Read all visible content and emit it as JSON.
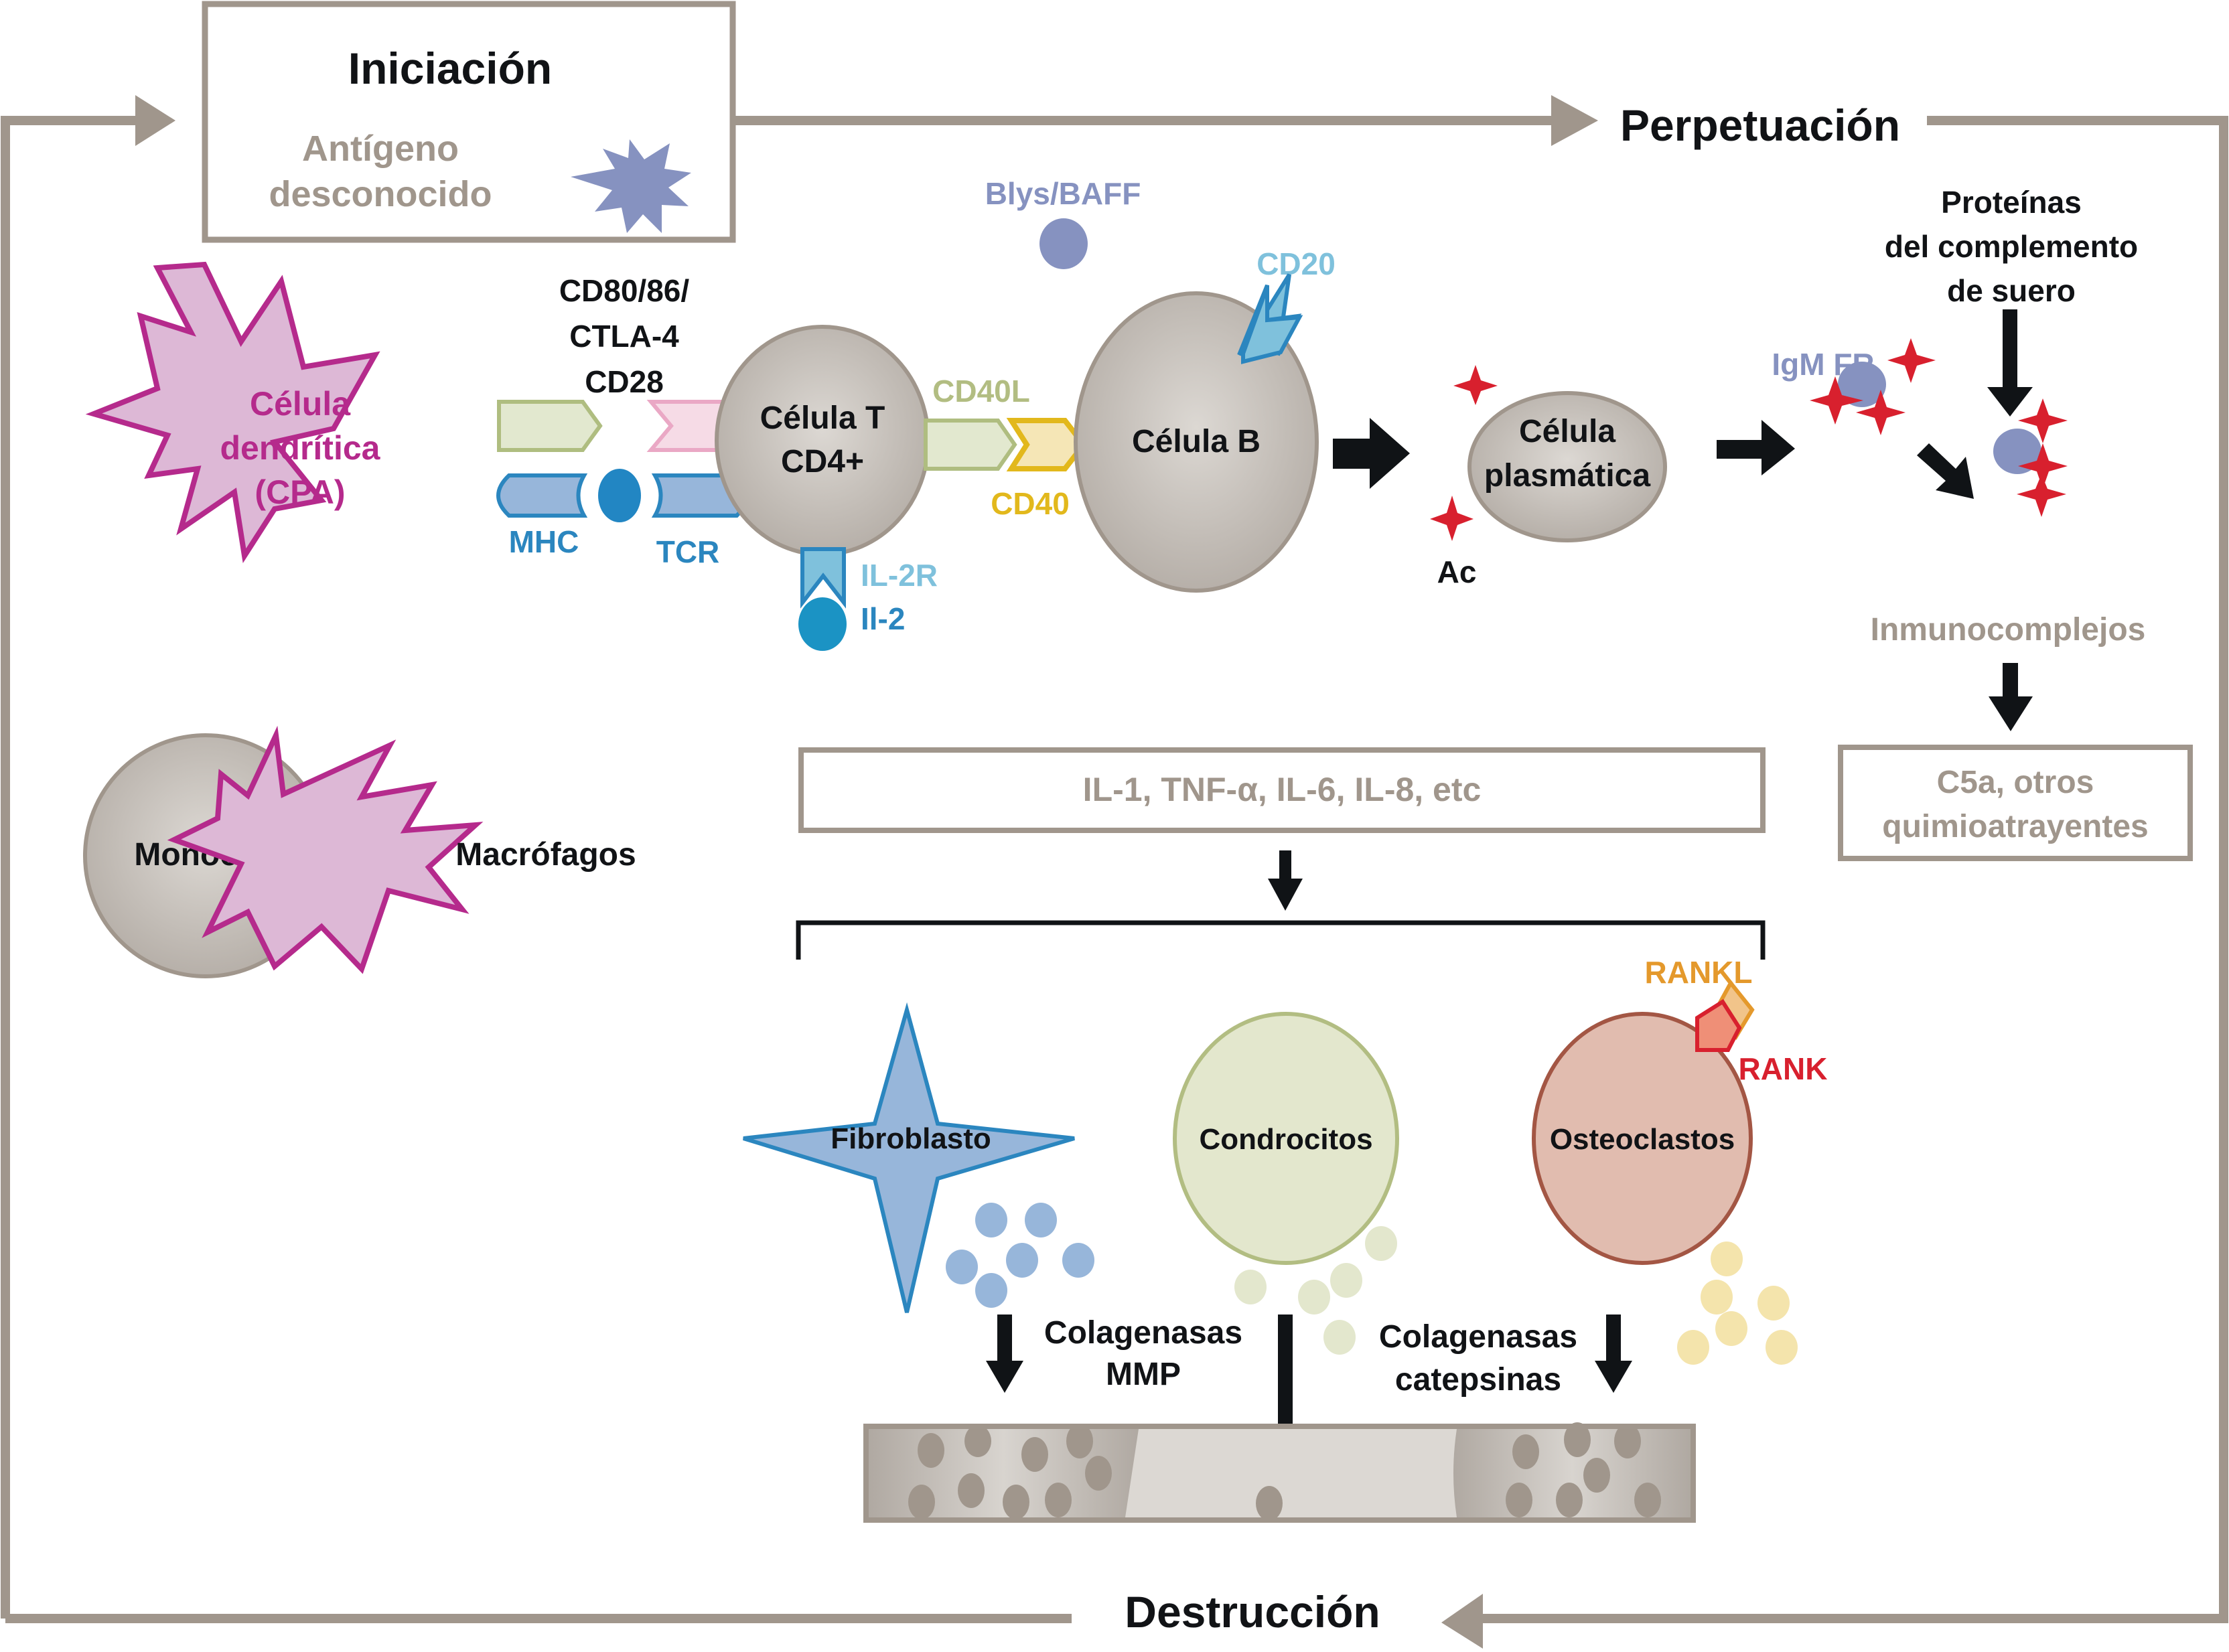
{
  "phases": {
    "initiation": "Iniciación",
    "perpetuation": "Perpetuación",
    "destruction": "Destrucción"
  },
  "initiation_box": {
    "antigen_line1": "Antígeno",
    "antigen_line2": "desconocido"
  },
  "cells": {
    "dendritic": [
      "Célula",
      "dendrítica",
      "(CPA)"
    ],
    "t_cell": [
      "Célula T",
      "CD4+"
    ],
    "b_cell": "Célula B",
    "plasma_cell": [
      "Célula",
      "plasmática"
    ],
    "monocyte": "Monocito",
    "macrophages": "Macrófagos",
    "fibroblast": "Fibroblasto",
    "chondrocytes": "Condrocitos",
    "osteoclasts": "Osteoclastos"
  },
  "molecules": {
    "costim": [
      "CD80/86/",
      "CTLA-4",
      "CD28"
    ],
    "mhc": "MHC",
    "tcr": "TCR",
    "il2r": "IL-2R",
    "il2": "Il-2",
    "cd40l": "CD40L",
    "cd40": "CD40",
    "blys": "Blys/BAFF",
    "cd20": "CD20",
    "ac": "Ac",
    "igm_fr": "IgM FR",
    "rankl": "RANKL",
    "rank": "RANK"
  },
  "complement": [
    "Proteínas",
    "del complemento",
    "de suero"
  ],
  "immune_complexes": "Inmunocomplejos",
  "chemo_box": [
    "C5a, otros",
    "quimioatrayentes"
  ],
  "cytokines_box": "IL-1, TNF-α, IL-6, IL-8, etc",
  "enzymes": {
    "left": [
      "Colagenasas",
      "MMP"
    ],
    "right": [
      "Colagenasas",
      "catepsinas"
    ]
  },
  "colors": {
    "loop_grey": "#a0968c",
    "magenta": "#b52a8c",
    "dendritic_fill": "#ddb8d6",
    "cell_grey": "#c2bcb6",
    "blue": "#2b86bf",
    "light_blue": "#7fc1dc",
    "red_star": "#d8202e",
    "periwinkle": "#8692c0"
  }
}
